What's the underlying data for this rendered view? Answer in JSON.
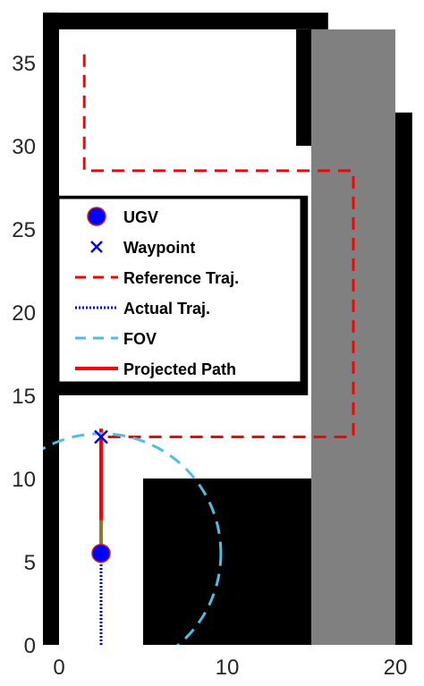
{
  "chart_data": {
    "type": "map",
    "xlim": [
      -1,
      21
    ],
    "ylim": [
      0,
      37
    ],
    "x_ticks": [
      0,
      10,
      20
    ],
    "x_tick_labels": [
      "0",
      "10",
      "20"
    ],
    "y_ticks": [
      0,
      5,
      10,
      15,
      20,
      25,
      30,
      35
    ],
    "y_tick_labels": [
      "0",
      "5",
      "10",
      "15",
      "20",
      "25",
      "30",
      "35"
    ],
    "grid": false,
    "legend_position": "center-left",
    "colors": {
      "obstacle": "#000000",
      "corridor": "#808080",
      "reference": "#ff0000",
      "actual": "#0000cc",
      "fov": "#4dbfe6",
      "projected": "#ff0000",
      "ugv": "#0000ff",
      "waypoint": "#0000ff"
    },
    "obstacles": [
      {
        "name": "bottom-wall",
        "x": [
          -1,
          21
        ],
        "y": [
          0,
          0
        ]
      },
      {
        "name": "top-wall",
        "x": [
          -1,
          16.0
        ],
        "y": [
          37,
          38.0
        ]
      },
      {
        "name": "left-wall",
        "x": [
          -1,
          0
        ],
        "y": [
          0,
          38.0
        ]
      },
      {
        "name": "upper-stub",
        "x": [
          14.1,
          15.0
        ],
        "y": [
          30.0,
          37.0
        ]
      },
      {
        "name": "middle-block",
        "x": [
          0,
          14.8
        ],
        "y": [
          15.0,
          27.0
        ]
      },
      {
        "name": "lower-block",
        "x": [
          5.0,
          15.0
        ],
        "y": [
          0,
          10.0
        ]
      },
      {
        "name": "right-wall",
        "x": [
          20.0,
          21.0
        ],
        "y": [
          0,
          32.0
        ]
      }
    ],
    "gray_region": {
      "x": [
        15.0,
        20.0
      ],
      "y": [
        0,
        37.0
      ]
    },
    "series": [
      {
        "name": "Reference Traj.",
        "style": "dashed",
        "x": [
          1.5,
          1.5,
          17.5,
          17.5,
          2.5
        ],
        "y": [
          35.5,
          28.5,
          28.5,
          12.5,
          12.5
        ]
      },
      {
        "name": "Actual Traj.",
        "style": "dotted",
        "x": [
          2.5,
          2.5
        ],
        "y": [
          0,
          5.5
        ]
      },
      {
        "name": "Projected Path",
        "style": "solid",
        "x": [
          2.5,
          2.5
        ],
        "y": [
          5.5,
          13.0
        ]
      }
    ],
    "fov": {
      "name": "FOV",
      "cx": 2.5,
      "cy": 5.5,
      "r": 7.2
    },
    "ugv": {
      "name": "UGV",
      "x": 2.5,
      "y": 5.5
    },
    "waypoint": {
      "name": "Waypoint",
      "x": 2.5,
      "y": 12.5
    },
    "legend": [
      {
        "key": "ugv",
        "label": "UGV",
        "marker": "circle"
      },
      {
        "key": "waypoint",
        "label": "Waypoint",
        "marker": "x"
      },
      {
        "key": "reference",
        "label": "Reference Traj.",
        "marker": "dashed"
      },
      {
        "key": "actual",
        "label": "Actual Traj.",
        "marker": "dotted"
      },
      {
        "key": "fov",
        "label": "FOV",
        "marker": "dashed-light"
      },
      {
        "key": "projected",
        "label": "Projected Path",
        "marker": "solid"
      }
    ]
  }
}
